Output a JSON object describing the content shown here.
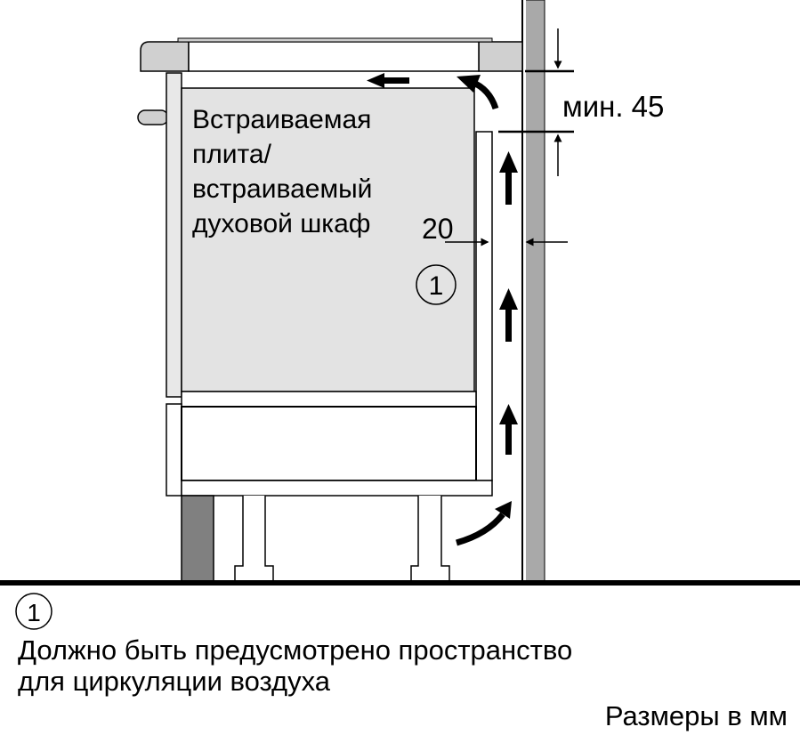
{
  "diagram": {
    "appliance_label": [
      "Встраиваемая",
      "плита/",
      "встраиваемый",
      "духовой шкаф"
    ],
    "gap_dimension": "20",
    "top_dimension": "мин. 45",
    "marker": "1",
    "units_note": "Размеры в мм"
  },
  "legend": {
    "marker": "1",
    "lines": [
      "Должно быть предусмотрено пространство",
      "для циркуляции воздуха"
    ]
  },
  "colors": {
    "panel": "#e3e3e3",
    "worktop": "#d0d0d0",
    "wall": "#a9a9a9",
    "plinth": "#808080"
  }
}
